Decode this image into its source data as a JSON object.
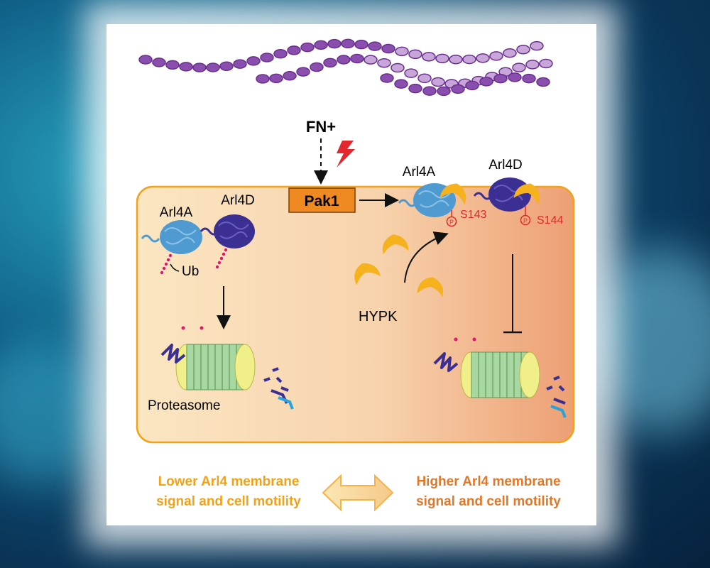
{
  "stimulus": "FN+",
  "kinase": "Pak1",
  "left_cell": {
    "arl4a": "Arl4A",
    "arl4d": "Arl4D",
    "ub": "Ub",
    "proteasome": "Proteasome"
  },
  "right_cell": {
    "arl4a": "Arl4A",
    "arl4d": "Arl4D",
    "site_a": "S143",
    "site_d": "S144",
    "phospho": "P",
    "hypk": "HYPK"
  },
  "bottom": {
    "left_line1": "Lower Arl4 membrane",
    "left_line2": "signal and cell motility",
    "right_line1": "Higher Arl4 membrane",
    "right_line2": "signal and cell motility"
  },
  "colors": {
    "fiber": "#8a4fae",
    "fiber_light": "#c8a6d9",
    "arl4a": "#4f9ad0",
    "arl4d": "#3b2f94",
    "hypk": "#f5b21c",
    "pak1": "#ef8a22",
    "phospho": "#e2272e",
    "label_left": "#f2a21a",
    "label_right": "#e0782a"
  }
}
